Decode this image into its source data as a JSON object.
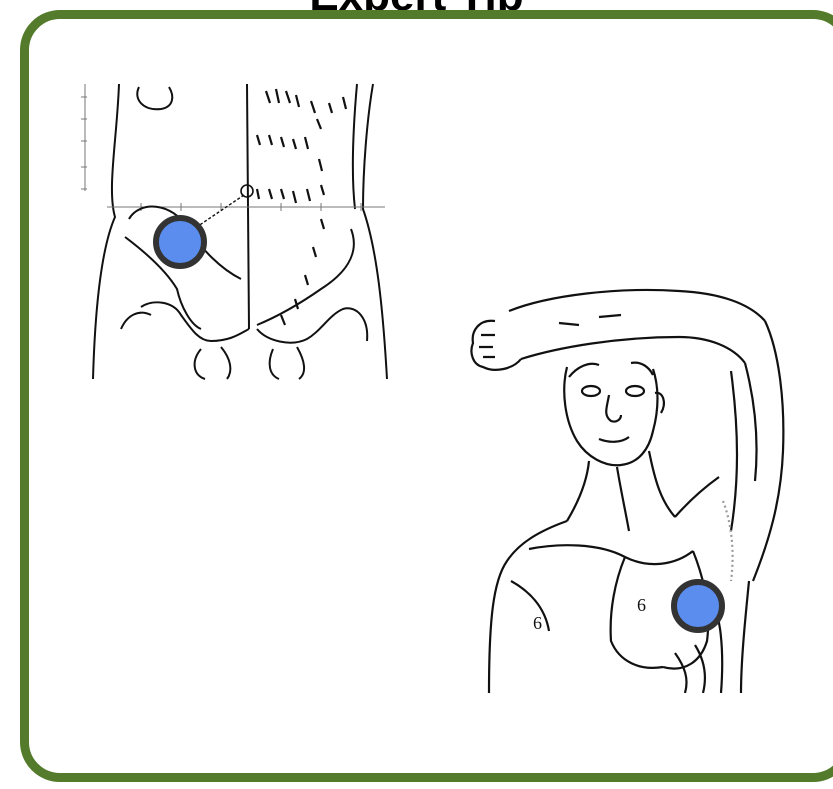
{
  "header": {
    "title": "Expert Tip"
  },
  "colors": {
    "frame": "#547a2c",
    "marker_fill": "#5b8def",
    "marker_border": "#333333"
  },
  "figures": [
    {
      "id": "abdomen-pelvis",
      "marker": "right-lower-quadrant"
    },
    {
      "id": "raised-arm-torso",
      "marker": "axillary-chest"
    }
  ]
}
